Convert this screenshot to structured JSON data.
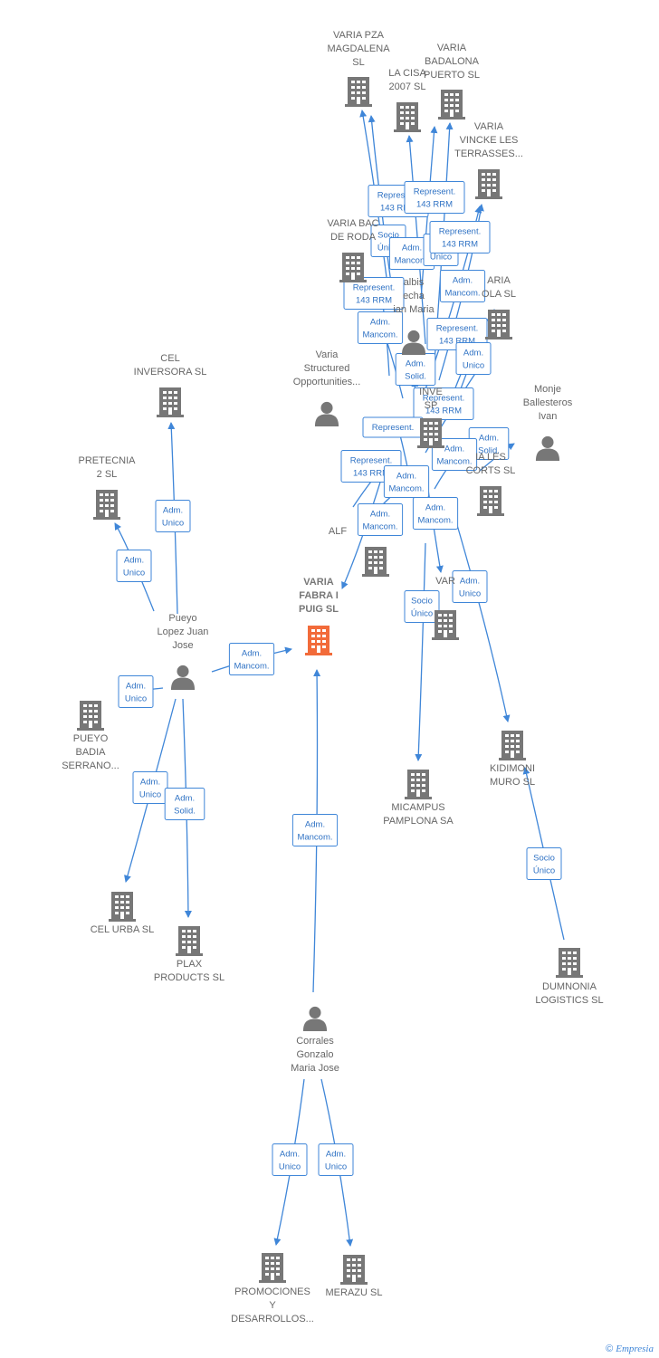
{
  "nodes": [
    {
      "id": "n1",
      "type": "company",
      "lines": [
        "VARIA PZA",
        "MAGDALENA",
        "SL"
      ]
    },
    {
      "id": "n2",
      "type": "company",
      "lines": [
        "LA CISA",
        "2007  SL"
      ]
    },
    {
      "id": "n3",
      "type": "company",
      "lines": [
        "VARIA",
        "BADALONA",
        "PUERTO  SL"
      ]
    },
    {
      "id": "n4",
      "type": "company",
      "lines": [
        "VARIA",
        "VINCKE LES",
        "TERRASSES..."
      ]
    },
    {
      "id": "n5",
      "type": "company",
      "lines": [
        "VARIA BAC",
        "DE RODA"
      ]
    },
    {
      "id": "n6",
      "type": "person",
      "lines": [
        "albis",
        "echa",
        "ian Maria"
      ]
    },
    {
      "id": "n7",
      "type": "company",
      "lines": [
        "ARIA",
        "OLA  SL"
      ]
    },
    {
      "id": "n8",
      "type": "person",
      "lines": [
        "Varia",
        "Structured",
        "Opportunities..."
      ]
    },
    {
      "id": "n9",
      "type": "company",
      "lines": [
        "INVE",
        "SP"
      ]
    },
    {
      "id": "n10",
      "type": "person",
      "lines": [
        "Monje",
        "Ballesteros",
        "Ivan"
      ]
    },
    {
      "id": "n11",
      "type": "company",
      "lines": [
        "IA LES",
        "CORTS  SL"
      ]
    },
    {
      "id": "n12",
      "type": "company",
      "lines": [
        "CEL",
        "INVERSORA SL"
      ]
    },
    {
      "id": "n13",
      "type": "company",
      "lines": [
        "PRETECNIA",
        "2 SL"
      ]
    },
    {
      "id": "n14",
      "type": "company",
      "lines": [
        "ALF"
      ]
    },
    {
      "id": "n15",
      "type": "company",
      "lines": [
        "VARIA",
        "FABRA I",
        "PUIG  SL"
      ],
      "focus": true
    },
    {
      "id": "n16",
      "type": "company",
      "lines": [
        "VAR"
      ]
    },
    {
      "id": "n17",
      "type": "person",
      "lines": [
        "Pueyo",
        "Lopez Juan",
        "Jose"
      ]
    },
    {
      "id": "n18",
      "type": "company",
      "lines": [
        "PUEYO",
        "BADIA",
        "SERRANO..."
      ]
    },
    {
      "id": "n19",
      "type": "company",
      "lines": [
        "KIDIMONI",
        "MURO  SL"
      ]
    },
    {
      "id": "n20",
      "type": "company",
      "lines": [
        "MICAMPUS",
        "PAMPLONA SA"
      ]
    },
    {
      "id": "n21",
      "type": "company",
      "lines": [
        "CEL URBA SL"
      ]
    },
    {
      "id": "n22",
      "type": "company",
      "lines": [
        "PLAX",
        "PRODUCTS SL"
      ]
    },
    {
      "id": "n23",
      "type": "company",
      "lines": [
        "DUMNONIA",
        "LOGISTICS  SL"
      ]
    },
    {
      "id": "n24",
      "type": "person",
      "lines": [
        "Corrales",
        "Gonzalo",
        "Maria Jose"
      ]
    },
    {
      "id": "n25",
      "type": "company",
      "lines": [
        "PROMOCIONES",
        "Y",
        "DESARROLLOS..."
      ]
    },
    {
      "id": "n26",
      "type": "company",
      "lines": [
        "MERAZU  SL"
      ]
    }
  ],
  "edges": [
    {
      "id": "e1",
      "lines": [
        "Represent.",
        "143 RRM"
      ]
    },
    {
      "id": "e2",
      "lines": [
        "Represent.",
        "143 RRM"
      ]
    },
    {
      "id": "e3",
      "lines": [
        "Socio",
        "Único"
      ]
    },
    {
      "id": "e4",
      "lines": [
        "Adm.",
        "Mancom."
      ]
    },
    {
      "id": "e5",
      "lines": [
        "Adm.",
        "Unico"
      ]
    },
    {
      "id": "e6",
      "lines": [
        "Represent.",
        "143 RRM"
      ]
    },
    {
      "id": "e7",
      "lines": [
        "Represent.",
        "143 RRM"
      ]
    },
    {
      "id": "e8",
      "lines": [
        "Adm.",
        "Mancom."
      ]
    },
    {
      "id": "e9",
      "lines": [
        "Adm.",
        "Mancom."
      ]
    },
    {
      "id": "e10",
      "lines": [
        "Represent.",
        "143 RRM"
      ]
    },
    {
      "id": "e11",
      "lines": [
        "Adm.",
        "Unico"
      ]
    },
    {
      "id": "e12",
      "lines": [
        "Adm.",
        "Solid."
      ]
    },
    {
      "id": "e13",
      "lines": [
        "Represent.",
        "143 RRM"
      ]
    },
    {
      "id": "e14",
      "lines": [
        "Represent."
      ]
    },
    {
      "id": "e15",
      "lines": [
        "Adm.",
        "Solid."
      ]
    },
    {
      "id": "e16",
      "lines": [
        "Adm.",
        "Mancom."
      ]
    },
    {
      "id": "e17",
      "lines": [
        "Represent.",
        "143 RRM"
      ]
    },
    {
      "id": "e18",
      "lines": [
        "Adm.",
        "Mancom."
      ]
    },
    {
      "id": "e19",
      "lines": [
        "Adm.",
        "Mancom."
      ]
    },
    {
      "id": "e20",
      "lines": [
        "Adm.",
        "Mancom."
      ]
    },
    {
      "id": "e21",
      "lines": [
        "Socio",
        "Único"
      ]
    },
    {
      "id": "e22",
      "lines": [
        "Adm.",
        "Unico"
      ]
    },
    {
      "id": "e23",
      "lines": [
        "Adm.",
        "Unico"
      ]
    },
    {
      "id": "e24",
      "lines": [
        "Adm.",
        "Unico"
      ]
    },
    {
      "id": "e25",
      "lines": [
        "Adm.",
        "Mancom."
      ]
    },
    {
      "id": "e26",
      "lines": [
        "Adm.",
        "Unico"
      ]
    },
    {
      "id": "e27",
      "lines": [
        "Adm.",
        "Unico"
      ]
    },
    {
      "id": "e28",
      "lines": [
        "Adm.",
        "Solid."
      ]
    },
    {
      "id": "e29",
      "lines": [
        "Adm.",
        "Mancom."
      ]
    },
    {
      "id": "e30",
      "lines": [
        "Socio",
        "Único"
      ]
    },
    {
      "id": "e31",
      "lines": [
        "Adm.",
        "Unico"
      ]
    },
    {
      "id": "e32",
      "lines": [
        "Adm.",
        "Unico"
      ]
    }
  ],
  "colors": {
    "edge": "#3f86d8",
    "company": "#777777",
    "focus": "#f26b3a",
    "person": "#777777"
  },
  "brand": {
    "copyright": "©",
    "name": "Empresia"
  }
}
